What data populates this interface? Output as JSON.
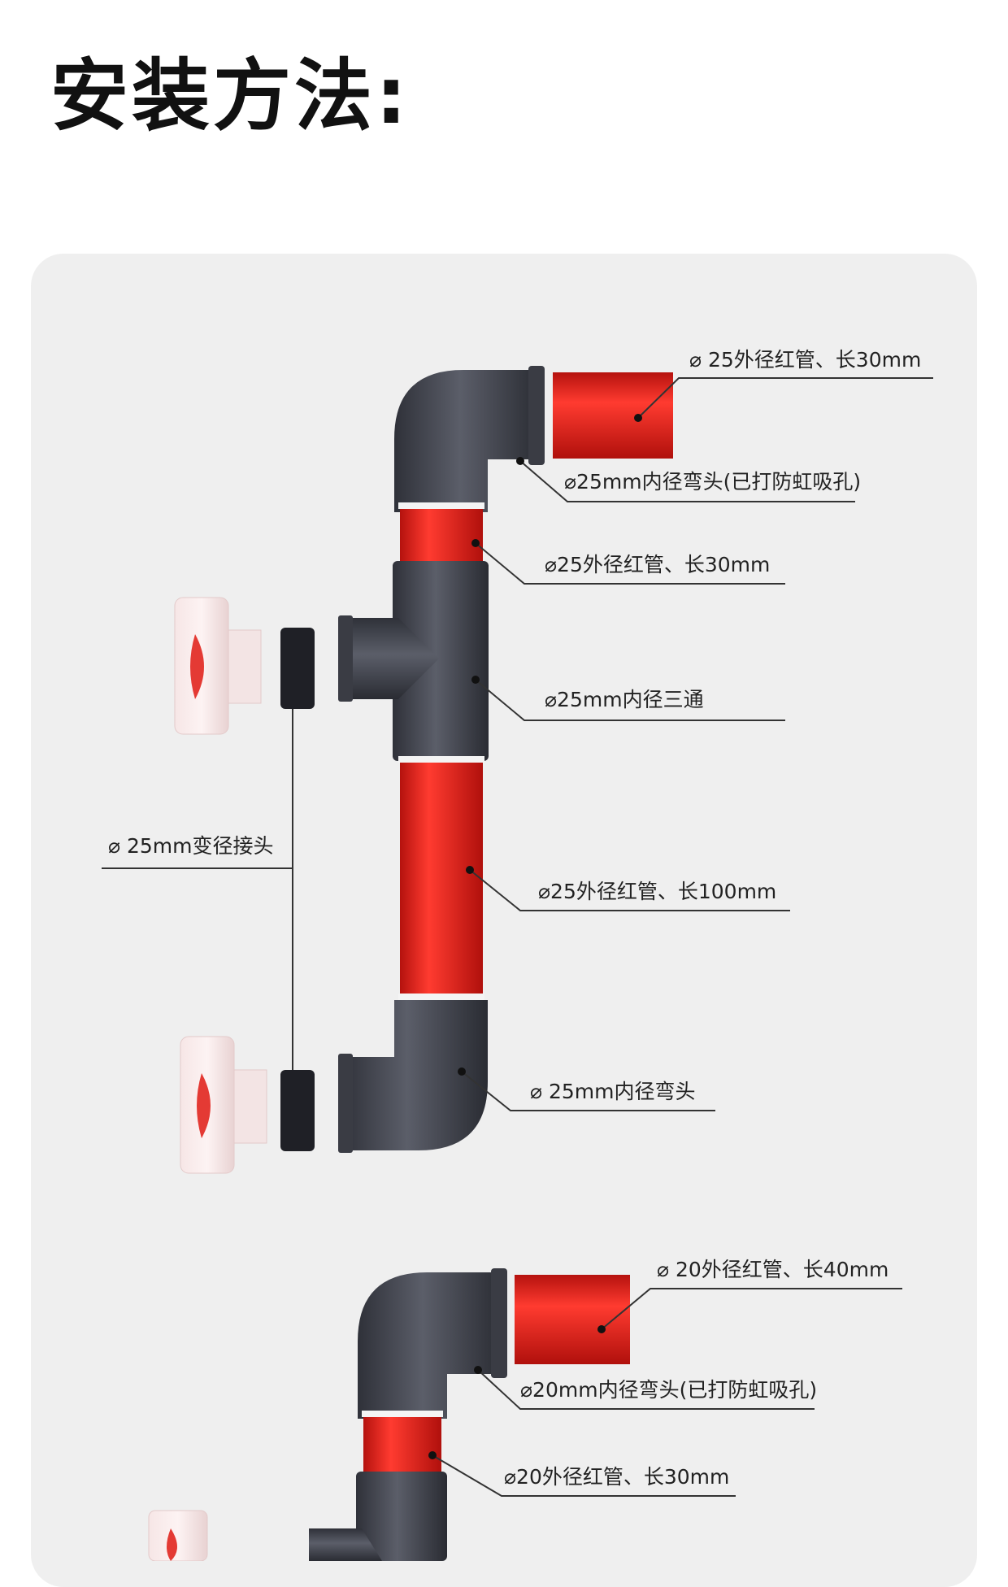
{
  "title": "安装方法:",
  "colors": {
    "pipe_grey": "#4a4d57",
    "pipe_red": "#e4221c",
    "panel_bg": "#efefef"
  },
  "labels": {
    "a1": "⌀ 25外径红管、长30mm",
    "a2": "⌀25mm内径弯头(已打防虹吸孔)",
    "a3": "⌀25外径红管、长30mm",
    "a4": "⌀25mm内径三通",
    "a5": "⌀ 25mm变径接头",
    "a6": "⌀25外径红管、长100mm",
    "a7": "⌀ 25mm内径弯头",
    "b1": "⌀ 20外径红管、长40mm",
    "b2": "⌀20mm内径弯头(已打防虹吸孔)",
    "b3": "⌀20外径红管、长30mm"
  }
}
